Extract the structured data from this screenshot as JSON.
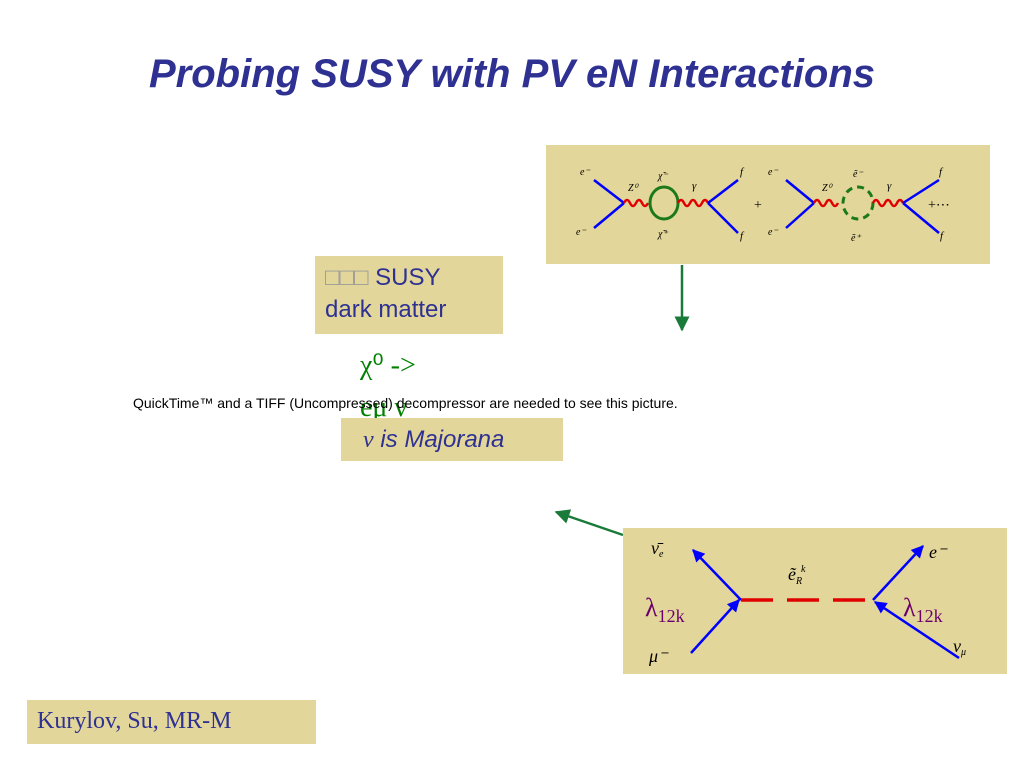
{
  "slide": {
    "title": "Probing SUSY with PV eN Interactions"
  },
  "susy_box": {
    "line1_prefix": "□□□",
    "line1_word": "SUSY",
    "line2": "dark matter"
  },
  "chi_note": {
    "line1": "χ⁰ ->",
    "line2": "eμ ν"
  },
  "quicktime_message": "QuickTime™ and a TIFF (Uncompressed) decompressor are needed to see this picture.",
  "majorana": {
    "nu": "ν",
    "text": " is Majorana"
  },
  "top_diagram": {
    "e_minus": "e⁻",
    "z0": "Z⁰",
    "chi_tilde_top": "χ̃⁻",
    "chi_tilde_bottom": "χ̃⁺",
    "gamma": "γ",
    "f": "f",
    "plus": "+",
    "e_tilde_top": "ẽ⁻",
    "e_tilde_bottom": "ẽ⁺",
    "plus_dots": "+⋯"
  },
  "bottom_diagram": {
    "nu_bar_e": "ν̄",
    "nu_bar_e_sub": "e",
    "mu_minus": "μ⁻",
    "e_minus": "e⁻",
    "nu_mu": "ν",
    "nu_mu_sub": "μ",
    "e_tilde_R": "ẽ",
    "e_tilde_R_sub": "R",
    "e_tilde_R_sup": "k",
    "lambda": "λ",
    "lambda_sub": "12k"
  },
  "author": "Kurylov, Su, MR-M",
  "colors": {
    "title": "#2e3192",
    "box": "#e3d69a",
    "arrow": "#1a7a3a",
    "fermion_line": "#0000ff",
    "photon": "#e00000",
    "loop": "#1a7a1a",
    "lambda": "#6b006b"
  }
}
